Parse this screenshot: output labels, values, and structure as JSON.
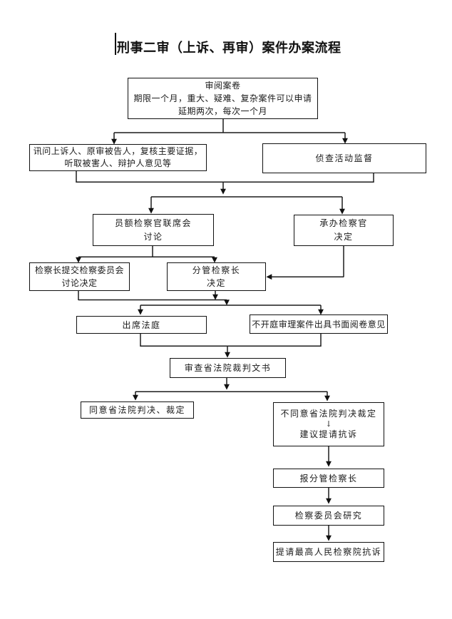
{
  "page": {
    "title": "刑事二审（上诉、再审）案件办案流程"
  },
  "colors": {
    "ink": "#111111",
    "background": "#ffffff"
  },
  "flowchart": {
    "boxes": {
      "review_case_file": {
        "lines": [
          "审阅案卷",
          "期限一个月，重大、疑难、复杂案件可以申请",
          "延期两次，每次一个月"
        ]
      },
      "interrogate": {
        "lines": [
          "讯问上诉人、原审被告人，复核主要证据，",
          "听取被害人、辩护人意见等"
        ]
      },
      "investigation_supervision": {
        "lines": [
          "侦查活动监督"
        ]
      },
      "joint_conference": {
        "lines": [
          "员额检察官联席会",
          "讨论"
        ]
      },
      "undertaking_prosecutor": {
        "lines": [
          "承办检察官",
          "决定"
        ]
      },
      "chief_submit_committee": {
        "lines": [
          "检察长提交检察委员会",
          "讨论决定"
        ]
      },
      "deputy_chief_decide": {
        "lines": [
          "分管检察长",
          "决定"
        ]
      },
      "attend_court": {
        "lines": [
          "出席法庭"
        ]
      },
      "no_hearing_opinion": {
        "lines": [
          "不开庭审理案件出具书面阅卷意见"
        ]
      },
      "review_judgment": {
        "lines": [
          "审查省法院裁判文书"
        ]
      },
      "agree_judgment": {
        "lines": [
          "同意省法院判决、裁定"
        ]
      },
      "disagree_judgment": {
        "line1": "不同意省法院判决裁定",
        "arrow": "↓",
        "line2": "建议提请抗诉"
      },
      "report_deputy_chief": {
        "lines": [
          "报分管检察长"
        ]
      },
      "committee_research": {
        "lines": [
          "检察委员会研究"
        ]
      },
      "request_supreme_protest": {
        "lines": [
          "提请最高人民检察院抗诉"
        ]
      }
    }
  }
}
